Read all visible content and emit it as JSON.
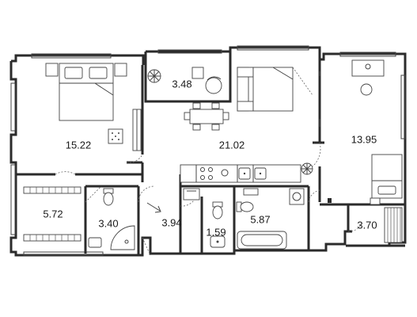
{
  "rooms": [
    {
      "id": "bedroom-left",
      "area": "15.22"
    },
    {
      "id": "balcony-left",
      "area": "3.48"
    },
    {
      "id": "living-kitchen",
      "area": "21.02"
    },
    {
      "id": "bedroom-right",
      "area": "13.95"
    },
    {
      "id": "wardrobe-left",
      "area": "5.72"
    },
    {
      "id": "bathroom-left",
      "area": "3.40"
    },
    {
      "id": "hall",
      "area": "3.94"
    },
    {
      "id": "wc",
      "area": "1.59"
    },
    {
      "id": "bathroom-main",
      "area": "5.87"
    },
    {
      "id": "wardrobe-right",
      "area": "3.70"
    }
  ],
  "icons": {
    "plant": "plant-icon",
    "bed": "bed-icon",
    "sofa": "sofa-icon",
    "toilet": "toilet-icon",
    "sink": "sink-icon",
    "bathtub": "bathtub-icon",
    "shower": "shower-icon",
    "washing_machine": "washing-machine-icon",
    "stove": "stove-icon",
    "entrance_arrow": "entrance-arrow-icon"
  }
}
